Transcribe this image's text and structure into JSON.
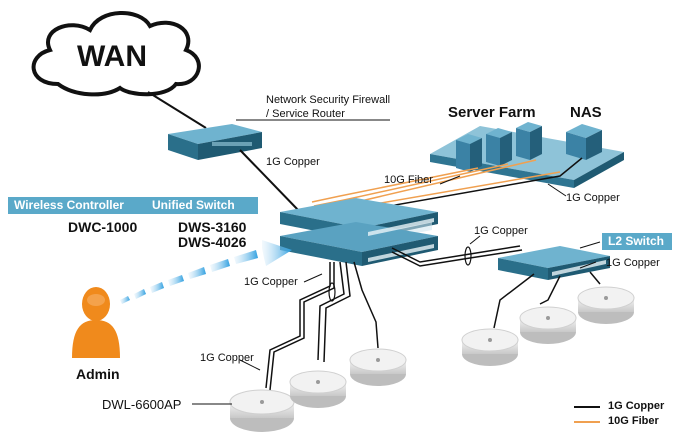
{
  "wan": {
    "label": "WAN"
  },
  "firewall": {
    "line1": "Network Security Firewall",
    "line2": "/ Service Router"
  },
  "server_farm": {
    "label": "Server Farm"
  },
  "nas": {
    "label": "NAS"
  },
  "wireless_controller": {
    "banner": "Wireless Controller",
    "model": "DWC-1000"
  },
  "unified_switch": {
    "banner": "Unified Switch",
    "model1": "DWS-3160",
    "model2": "DWS-4026"
  },
  "l2_switch": {
    "banner": "L2 Switch"
  },
  "admin": {
    "label": "Admin"
  },
  "access_point": {
    "model": "DWL-6600AP"
  },
  "links": {
    "router_to_switch": "1G Copper",
    "server_fiber": "10G Fiber",
    "nas_copper": "1G Copper",
    "switch_to_l2": "1G Copper",
    "l2_to_aps": "1G Copper",
    "switch_to_aps_upper": "1G Copper",
    "switch_to_aps_lower": "1G Copper"
  },
  "legend": {
    "copper": "1G Copper",
    "fiber": "10G Fiber"
  },
  "colors": {
    "copper_line": "#111111",
    "fiber_line": "#f0a050",
    "banner": "#5aa9c9",
    "device": "#2a6f8a",
    "server": "#4b8fb0",
    "admin": "#f08a1c"
  }
}
